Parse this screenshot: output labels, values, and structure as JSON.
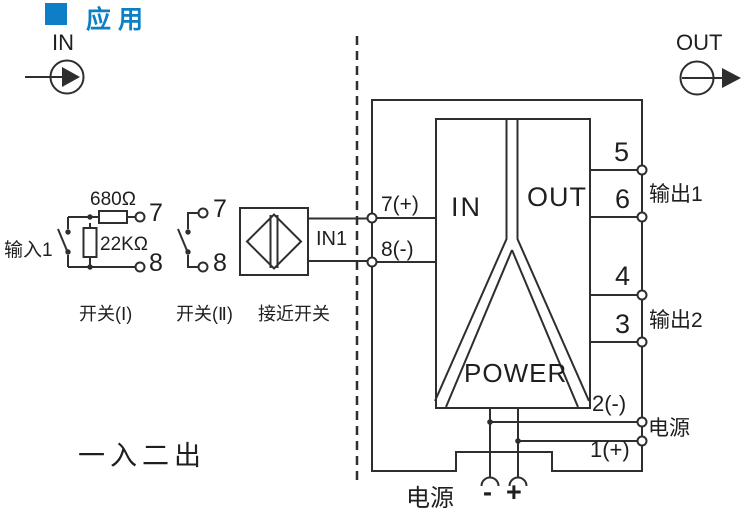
{
  "header": {
    "title": "应用",
    "accent_color": "#0E7FC6"
  },
  "flow": {
    "in_label": "IN",
    "out_label": "OUT"
  },
  "input_circuit": {
    "label": "输入1",
    "resistor_series": "680Ω",
    "resistor_shunt": "22KΩ",
    "switch1": {
      "caption": "开关(Ⅰ)",
      "terminal_top": "7",
      "terminal_bottom": "8"
    },
    "switch2": {
      "caption": "开关(Ⅱ)",
      "terminal_top": "7",
      "terminal_bottom": "8"
    },
    "proximity": {
      "caption": "接近开关",
      "signal_label": "IN1"
    }
  },
  "isolator": {
    "input_terminals": {
      "plus": "7(+)",
      "minus": "8(-)"
    },
    "sections": {
      "in": "IN",
      "out": "OUT",
      "power": "POWER"
    },
    "output1": {
      "label": "输出1",
      "terminals": [
        "5",
        "6"
      ]
    },
    "output2": {
      "label": "输出2",
      "terminals": [
        "4",
        "3"
      ]
    },
    "power": {
      "label": "电源",
      "terminals": [
        "2(-)",
        "1(+)"
      ]
    }
  },
  "power_supply": {
    "label": "电源",
    "minus": "-",
    "plus": "+"
  },
  "summary": "一入二出"
}
